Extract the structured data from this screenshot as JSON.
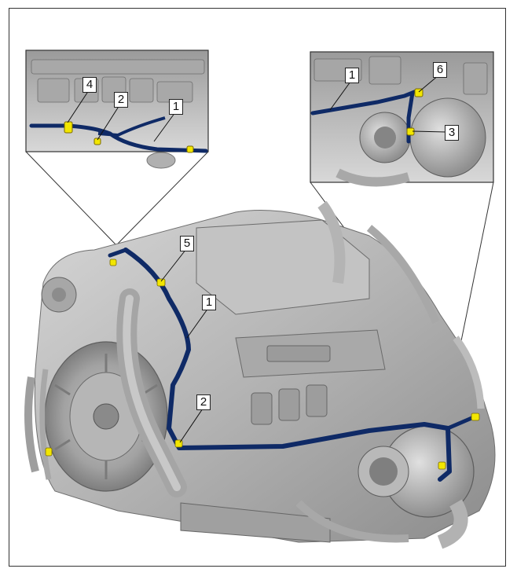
{
  "figure": {
    "callouts": {
      "detail_left": [
        "4",
        "2",
        "1"
      ],
      "detail_right": [
        "1",
        "6",
        "3"
      ],
      "main": [
        "5",
        "1",
        "2"
      ]
    }
  },
  "colors": {
    "engine_grey": "#b9b9b9",
    "engine_dark": "#8a8a8a",
    "harness_blue": "#0f2a66",
    "connector_yellow": "#f2e600",
    "frame_line": "#333333"
  }
}
